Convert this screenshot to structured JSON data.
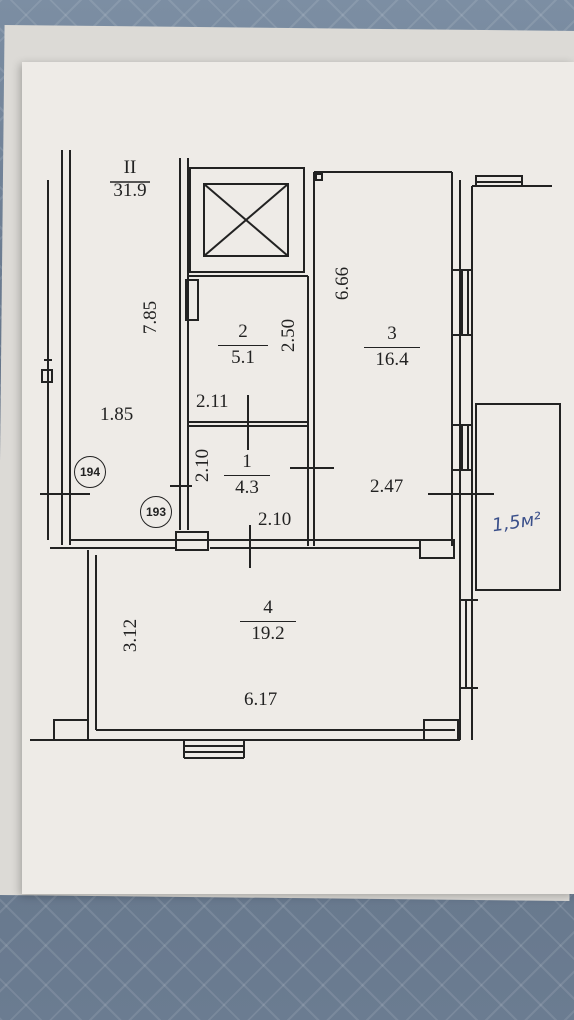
{
  "plan": {
    "total": {
      "label": "II",
      "area": "31.9"
    },
    "rooms": [
      {
        "number": "1",
        "area": "4.3"
      },
      {
        "number": "2",
        "area": "5.1"
      },
      {
        "number": "3",
        "area": "16.4"
      },
      {
        "number": "4",
        "area": "19.2"
      }
    ],
    "dimensions": {
      "d_7_85": "7.85",
      "d_1_85": "1.85",
      "d_2_50": "2.50",
      "d_2_11": "2.11",
      "d_2_10_vertical": "2.10",
      "d_2_10_horizontal": "2.10",
      "d_6_66": "6.66",
      "d_2_47": "2.47",
      "d_3_12": "3.12",
      "d_6_17": "6.17"
    },
    "markers": {
      "m194": "194",
      "m193": "193"
    },
    "handwritten": "1,5м²"
  },
  "colors": {
    "ink": "#222222",
    "paper": "#eeebe7",
    "pen": "#3a4f8a"
  }
}
